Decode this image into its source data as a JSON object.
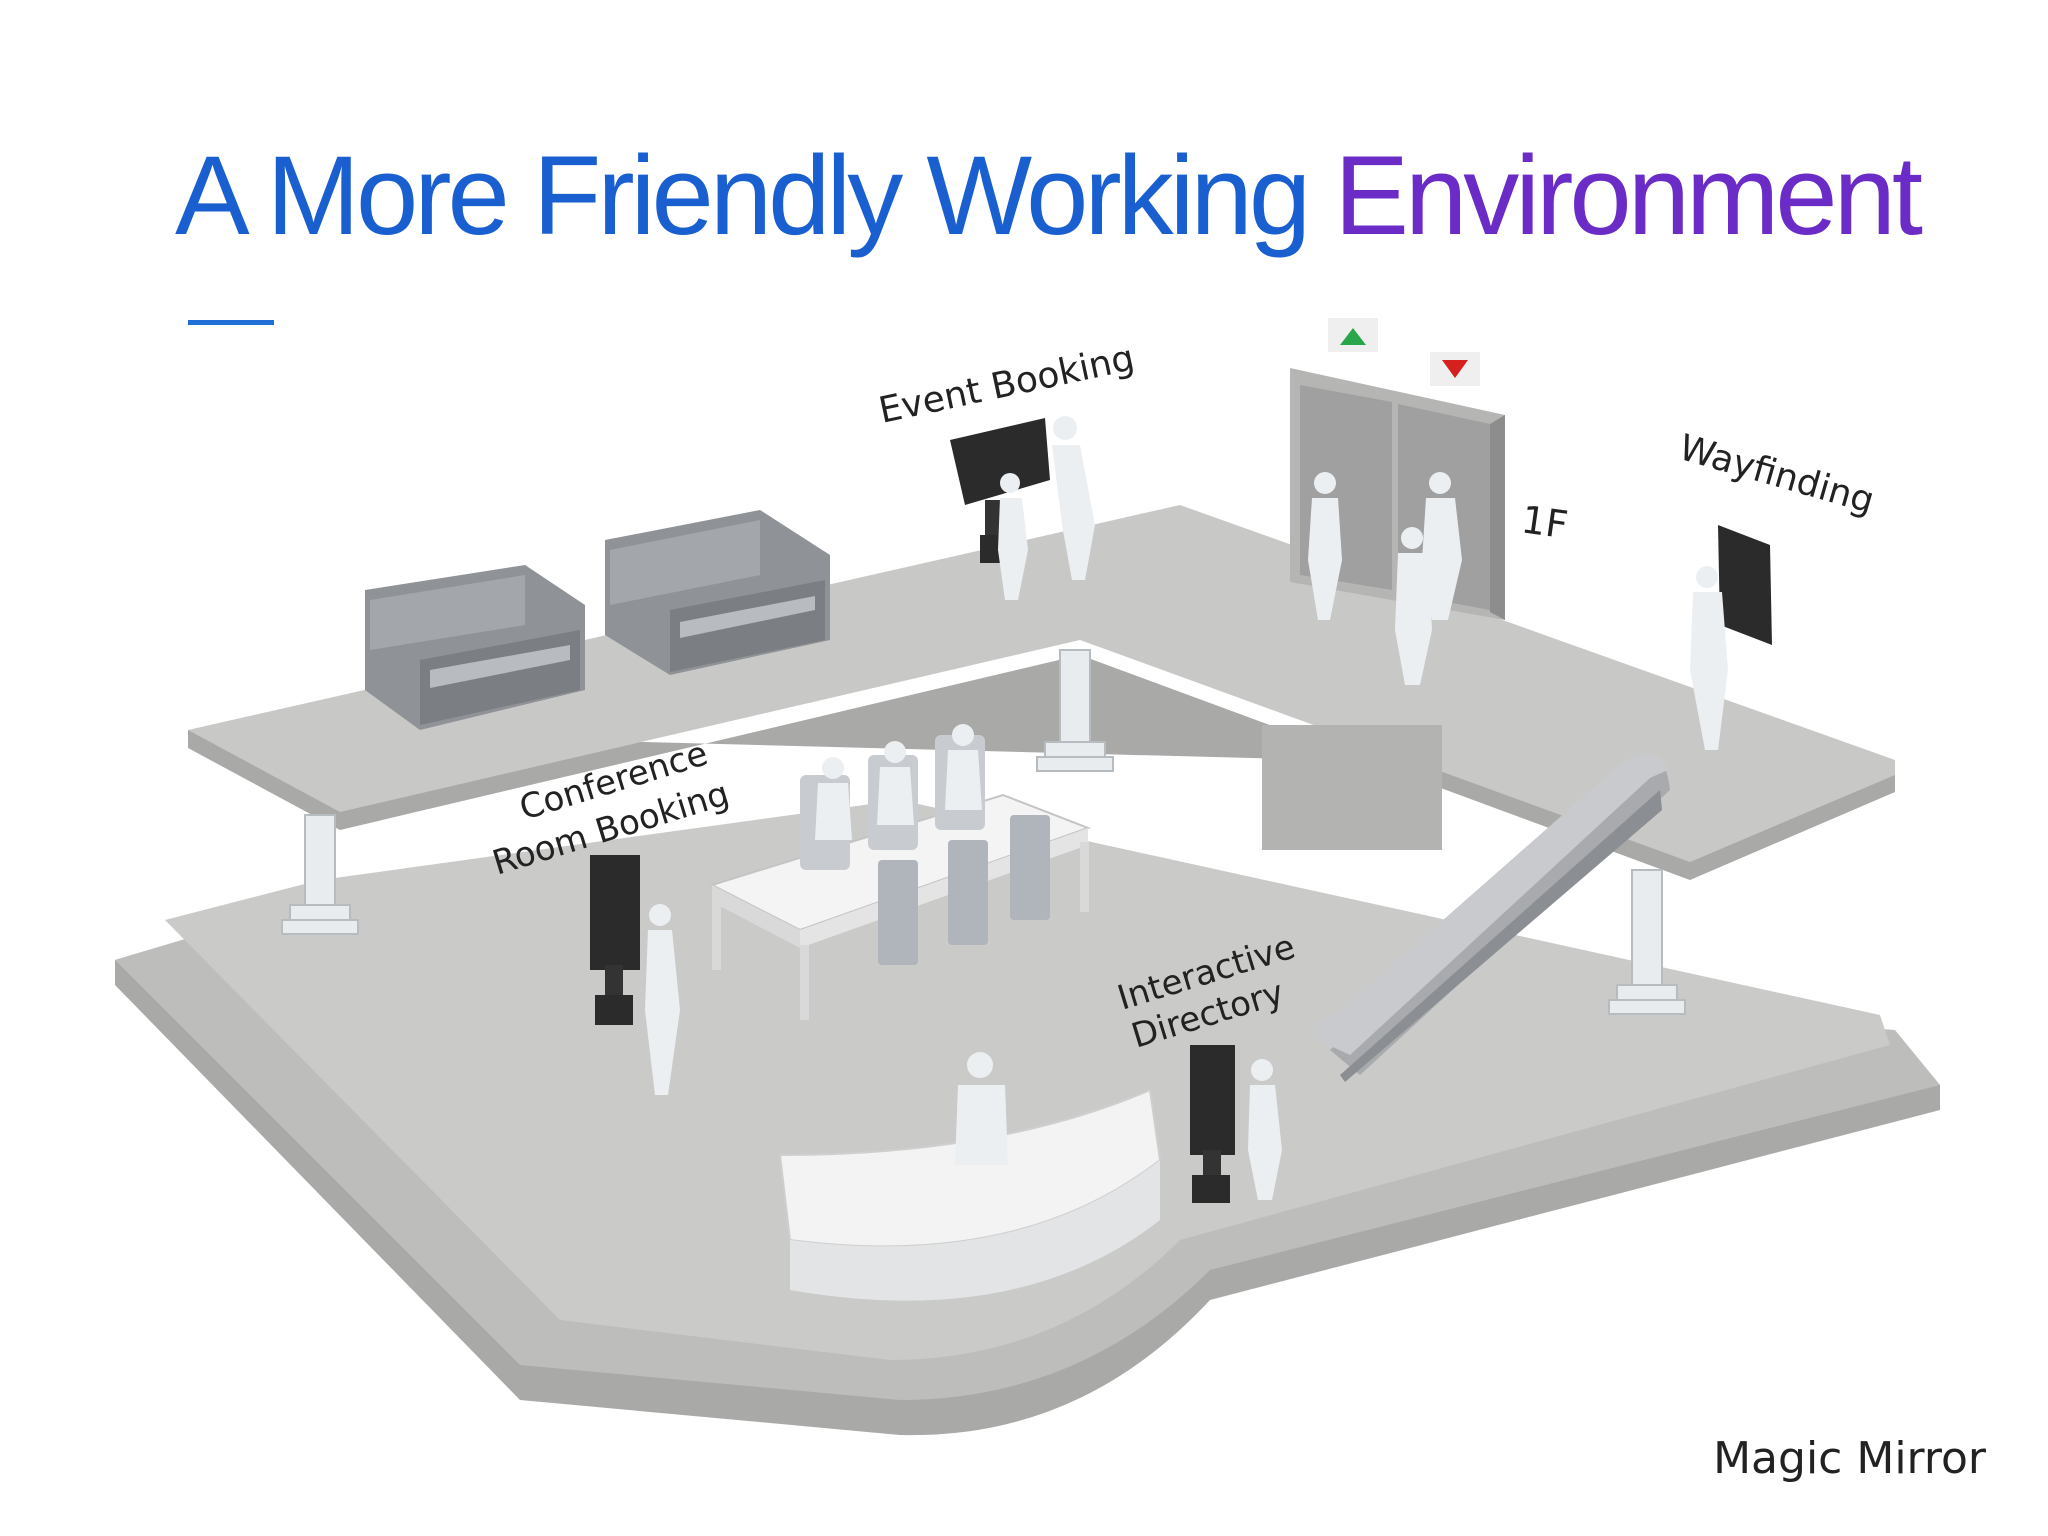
{
  "title": {
    "part1": "A More Friendly Working",
    "part2": "Environment"
  },
  "labels": {
    "event_booking": "Event Booking",
    "wayfinding": "Wayfinding",
    "floor": "1F",
    "conference_line1": "Conference",
    "conference_line2": "Room Booking",
    "directory_line1": "Interactive",
    "directory_line2": "Directory"
  },
  "logo": "Magic Mirror",
  "colors": {
    "title_blue": "#1a5fcf",
    "title_purple": "#6a2bc7",
    "accent_line": "#1f6fd6",
    "floor_gray": "#c9c9c7",
    "floor_edge": "#a9a9a7",
    "up_arrow": "#2aa64a",
    "down_arrow": "#d61f1f",
    "kiosk": "#2b2b2b"
  }
}
